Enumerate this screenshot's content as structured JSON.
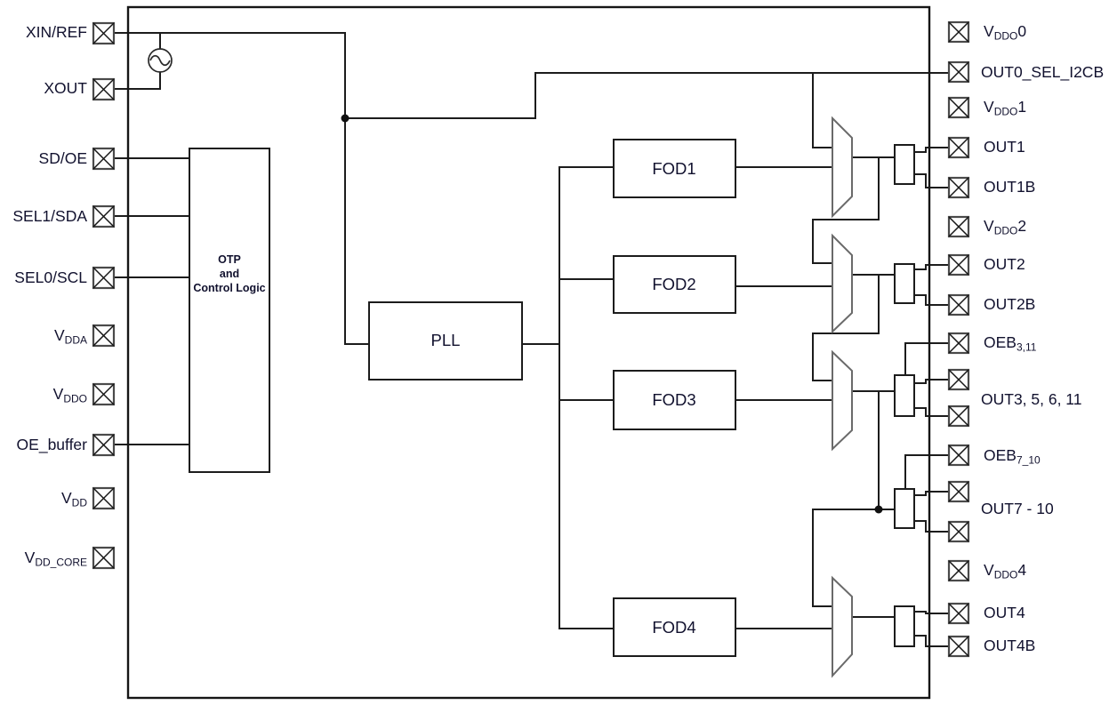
{
  "diagram": {
    "kind": "clock-generator functional block diagram",
    "colors": {
      "wire": "#1c1c1c",
      "text": "#11112e",
      "mux_stroke": "#6a6a6a",
      "background": "#ffffff"
    }
  },
  "blocks": {
    "otp_lines": [
      "OTP",
      "and",
      "Control Logic"
    ],
    "pll": "PLL",
    "fod1": "FOD1",
    "fod2": "FOD2",
    "fod3": "FOD3",
    "fod4": "FOD4"
  },
  "pins_left": [
    {
      "pre": "XIN/REF",
      "sub": "",
      "post": ""
    },
    {
      "pre": "XOUT",
      "sub": "",
      "post": ""
    },
    {
      "pre": "SD/OE",
      "sub": "",
      "post": ""
    },
    {
      "pre": "SEL1/SDA",
      "sub": "",
      "post": ""
    },
    {
      "pre": "SEL0/SCL",
      "sub": "",
      "post": ""
    },
    {
      "pre": "V",
      "sub": "DDA",
      "post": ""
    },
    {
      "pre": "V",
      "sub": "DDO",
      "post": ""
    },
    {
      "pre": "OE_buffer",
      "sub": "",
      "post": ""
    },
    {
      "pre": "V",
      "sub": "DD",
      "post": ""
    },
    {
      "pre": "V",
      "sub": "DD_CORE",
      "post": ""
    }
  ],
  "pins_right": [
    {
      "pre": "V",
      "sub": "DDO",
      "post": "0"
    },
    {
      "pre": "OUT0_SEL_I2CB",
      "sub": "",
      "post": ""
    },
    {
      "pre": "V",
      "sub": "DDO",
      "post": "1"
    },
    {
      "pre": "OUT1",
      "sub": "",
      "post": ""
    },
    {
      "pre": "OUT1B",
      "sub": "",
      "post": ""
    },
    {
      "pre": "V",
      "sub": "DDO",
      "post": "2"
    },
    {
      "pre": "OUT2",
      "sub": "",
      "post": ""
    },
    {
      "pre": "OUT2B",
      "sub": "",
      "post": ""
    },
    {
      "pre": "OEB",
      "sub": "3,11",
      "post": ""
    },
    {
      "pre": "OUT3, 5, 6, 11",
      "sub": "",
      "post": ""
    },
    {
      "pre": "OEB",
      "sub": "7_10",
      "post": ""
    },
    {
      "pre": "OUT7 - 10",
      "sub": "",
      "post": ""
    },
    {
      "pre": "V",
      "sub": "DDO",
      "post": "4"
    },
    {
      "pre": "OUT4",
      "sub": "",
      "post": ""
    },
    {
      "pre": "OUT4B",
      "sub": "",
      "post": ""
    }
  ]
}
